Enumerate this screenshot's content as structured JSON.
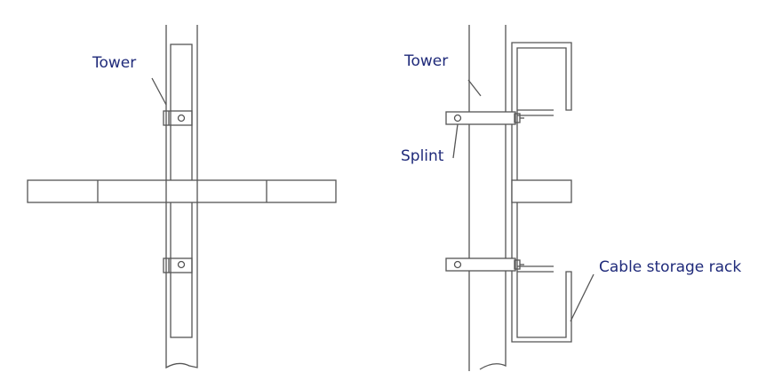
{
  "diagram": {
    "left": {
      "tower_label": "Tower"
    },
    "right": {
      "tower_label": "Tower",
      "splint_label": "Splint",
      "rack_label": "Cable storage rack"
    },
    "colors": {
      "line": "#555555",
      "label": "#1f2a7a",
      "background": "#ffffff"
    }
  }
}
